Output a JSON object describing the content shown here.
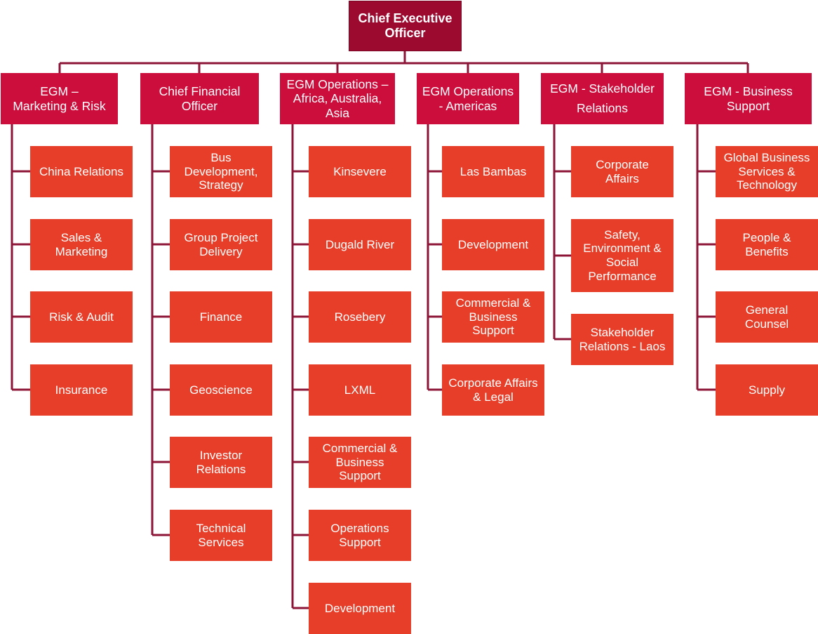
{
  "colors": {
    "ceo": "#9c0a30",
    "head": "#cc0e3c",
    "leaf": "#e63e28",
    "connector": "#8c1436"
  },
  "ceo": {
    "label": "Chief Executive\nOfficer"
  },
  "departments": [
    {
      "label": "EGM –\nMarketing  & Risk",
      "children": [
        "China Relations",
        "Sales &\nMarketing",
        "Risk & Audit",
        "Insurance"
      ]
    },
    {
      "label": "Chief Financial\nOfficer",
      "children": [
        "Bus\nDevelopment,\nStrategy",
        "Group Project\nDelivery",
        "Finance",
        "Geoscience",
        "Investor\nRelations",
        "Technical\nServices"
      ]
    },
    {
      "label": "EGM Operations –\nAfrica, Australia,\nAsia",
      "children": [
        "Kinsevere",
        "Dugald River",
        "Rosebery",
        "LXML",
        "Commercial &\nBusiness\nSupport",
        "Operations\nSupport",
        "Development"
      ]
    },
    {
      "label": "EGM Operations\n- Americas",
      "children": [
        "Las Bambas",
        "Development",
        "Commercial &\nBusiness\nSupport",
        "Corporate Affairs\n& Legal"
      ]
    },
    {
      "label": "EGM - Stakeholder\nRelations",
      "children": [
        "Corporate\nAffairs",
        "Safety,\nEnvironment &\nSocial\nPerformance",
        "Stakeholder\nRelations - Laos"
      ]
    },
    {
      "label": "EGM - Business\nSupport",
      "children": [
        "Global Business\nServices &\nTechnology",
        "People &\nBenefits",
        "General\nCounsel",
        "Supply"
      ]
    }
  ]
}
